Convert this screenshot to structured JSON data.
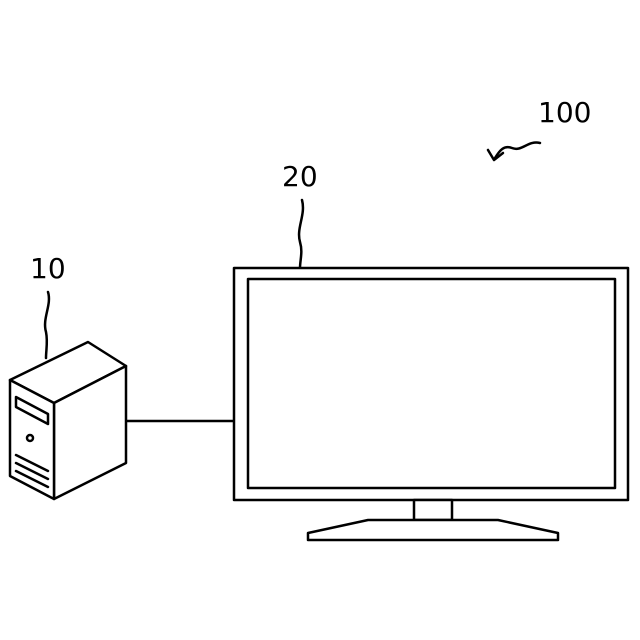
{
  "labels": {
    "system": "100",
    "computer": "10",
    "monitor": "20"
  },
  "colors": {
    "line": "#000000",
    "background": "#ffffff"
  }
}
